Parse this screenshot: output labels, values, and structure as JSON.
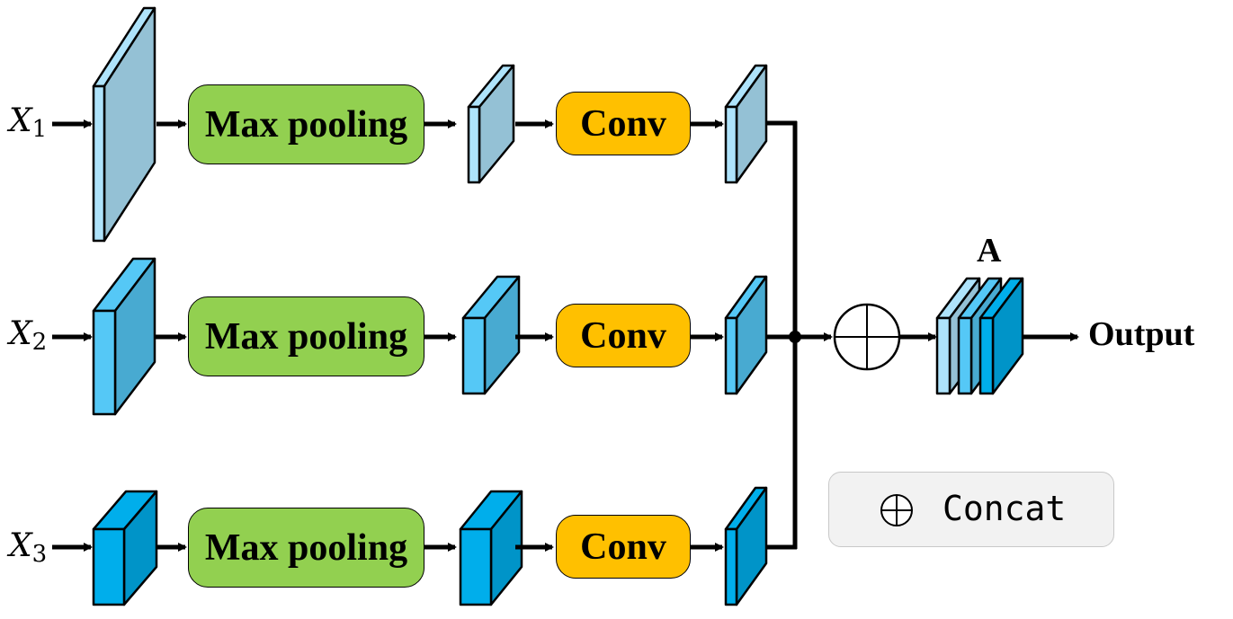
{
  "inputs": [
    {
      "var": "X",
      "sub": "1"
    },
    {
      "var": "X",
      "sub": "2"
    },
    {
      "var": "X",
      "sub": "3"
    }
  ],
  "pool_label": "Max pooling",
  "conv_label": "Conv",
  "concat_label_top": "A",
  "output_label": "Output",
  "legend": {
    "label": "Concat"
  },
  "colors": {
    "level1": "#aee3fb",
    "level2": "#55c8f6",
    "level3": "#00aeeb",
    "pool_fill": "#92d050",
    "conv_fill": "#ffc000",
    "legend_bg": "#f2f2f2"
  }
}
